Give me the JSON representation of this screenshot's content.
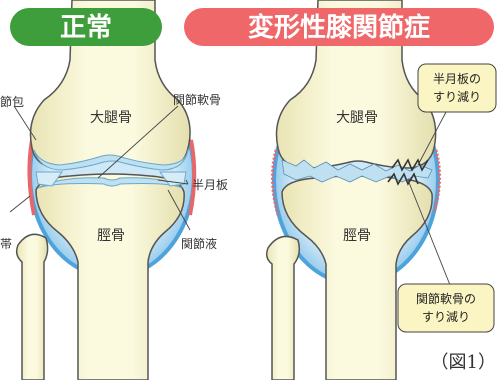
{
  "headers": {
    "normal": "正常",
    "oa": "変形性膝関節症"
  },
  "labels": {
    "capsule_partial": "節包",
    "ligament_partial": "帯",
    "cartilage": "関節軟骨",
    "meniscus": "半月板",
    "synovial_fluid": "関節液",
    "femur_left": "大腿骨",
    "tibia_left": "脛骨",
    "femur_right": "大腿骨",
    "tibia_right": "脛骨"
  },
  "callouts": {
    "meniscus_wear_line1": "半月板の",
    "meniscus_wear_line2": "すり減り",
    "cartilage_wear_line1": "関節軟骨の",
    "cartilage_wear_line2": "すり減り"
  },
  "figure_label": "（図1）",
  "colors": {
    "normal_header": "#3f9e3c",
    "oa_header": "#f0676a",
    "capsule_blue": "#4da3dc",
    "capsule_red": "#e8686a",
    "bone_fill": "#f7f4cc",
    "bone_stroke": "#555555",
    "cartilage_fill": "#bfe0f0",
    "callout_fill": "#fbf5c4"
  }
}
